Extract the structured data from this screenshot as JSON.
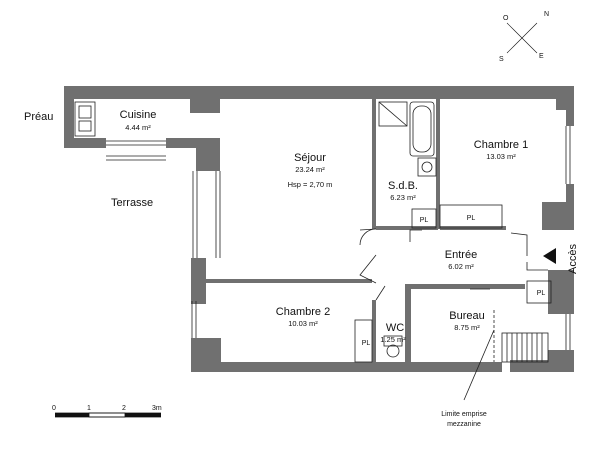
{
  "plan": {
    "compass": {
      "n": "N",
      "e": "E",
      "s": "S",
      "o": "O"
    },
    "rooms": {
      "cuisine": {
        "name": "Cuisine",
        "area": "4.44 m²"
      },
      "sejour": {
        "name": "Séjour",
        "area": "23.24 m²",
        "height": "Hsp = 2,70 m"
      },
      "sdb": {
        "name": "S.d.B.",
        "area": "6.23 m²"
      },
      "chambre1": {
        "name": "Chambre 1",
        "area": "13.03 m²"
      },
      "entree": {
        "name": "Entrée",
        "area": "6.02 m²"
      },
      "chambre2": {
        "name": "Chambre 2",
        "area": "10.03 m²"
      },
      "wc": {
        "name": "WC",
        "area": "1.25 m²"
      },
      "bureau": {
        "name": "Bureau",
        "area": "8.75 m²"
      }
    },
    "outside": {
      "preau": "Préau",
      "terrasse": "Terrasse",
      "acces": "Accès"
    },
    "placards": {
      "pl": "PL"
    },
    "mezzanine_note": {
      "line1": "Limite emprise",
      "line2": "mezzanine"
    },
    "scale": {
      "t0": "0",
      "t1": "1",
      "t2": "2",
      "t3": "3m"
    },
    "colors": {
      "wall": "#707070",
      "line": "#222222",
      "background": "#ffffff"
    }
  }
}
